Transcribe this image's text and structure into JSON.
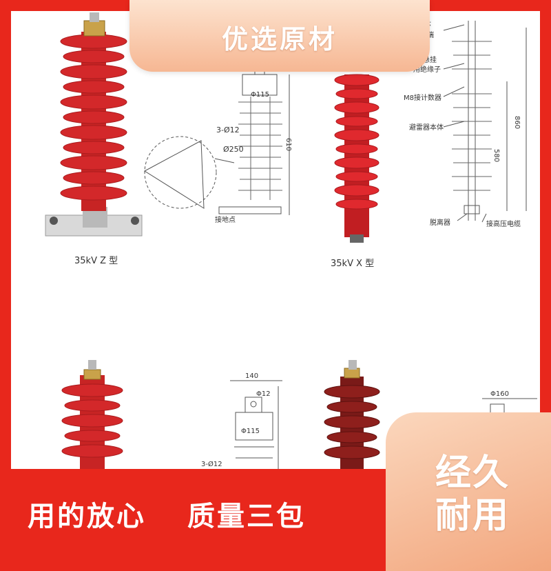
{
  "badges": {
    "top": "优选原材",
    "corner_line1": "经久",
    "corner_line2": "耐用"
  },
  "slogans": {
    "left": "用的放心",
    "right": "质量三包"
  },
  "captions": {
    "model_z": "35kV  Z 型",
    "model_x": "35kV  X 型"
  },
  "drawing_labels": {
    "dia115": "Φ115",
    "holes": "3-Ø12",
    "dia250": "Ø250",
    "height610": "610",
    "ground_point": "接地点",
    "hang_ring": "吊环",
    "hang_end": "悬挂端",
    "hang_label": "悬挂",
    "insulator": "用绝缘子",
    "counter": "M8接计数器",
    "body": "避雷器本体",
    "height860": "860",
    "height580": "580",
    "detacher": "脱离器",
    "hv_cable": "接高压电缆",
    "width140": "140",
    "dia12": "Φ12",
    "dia115b": "Φ115",
    "holes2": "3-Ø12",
    "dia160": "Φ160"
  },
  "colors": {
    "background_red": "#e8271c",
    "badge_peach": "#f6b793",
    "insulator_red": "#d3282a",
    "insulator_dark": "#8e1f1c"
  }
}
